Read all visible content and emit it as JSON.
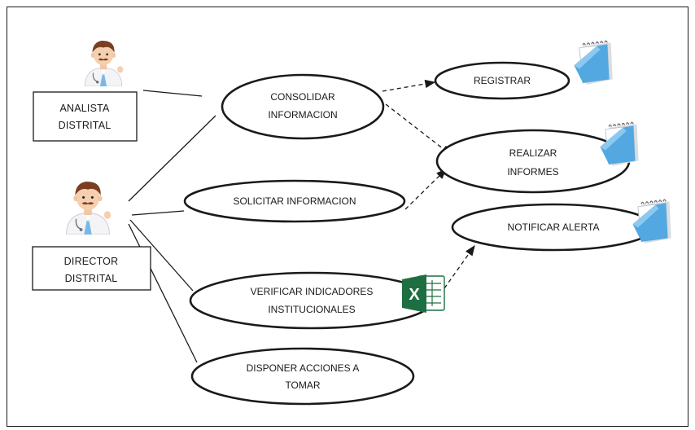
{
  "actors": {
    "analista": {
      "line1": "ANALISTA",
      "line2": "DISTRITAL",
      "icon": "doctor-icon"
    },
    "director": {
      "line1": "DIRECTOR",
      "line2": "DISTRITAL",
      "icon": "doctor-icon"
    }
  },
  "use_cases": {
    "consolidar": {
      "line1": "CONSOLIDAR",
      "line2": "INFORMACION"
    },
    "solicitar": {
      "line1": "SOLICITAR INFORMACION"
    },
    "verificar": {
      "line1": "VERIFICAR INDICADORES",
      "line2": "INSTITUCIONALES"
    },
    "disponer": {
      "line1": "DISPONER ACCIONES A",
      "line2": "TOMAR"
    },
    "registrar": {
      "line1": "REGISTRAR"
    },
    "realizar": {
      "line1": "REALIZAR",
      "line2": "INFORMES"
    },
    "notificar": {
      "line1": "NOTIFICAR ALERTA"
    }
  },
  "icons": {
    "notepad": "notepad-icon",
    "excel": "excel-icon",
    "excel_letter": "X"
  },
  "colors": {
    "line": "#1a1a1a",
    "notepad_blue": "#4aa3df",
    "excel_green": "#1d6f42"
  }
}
